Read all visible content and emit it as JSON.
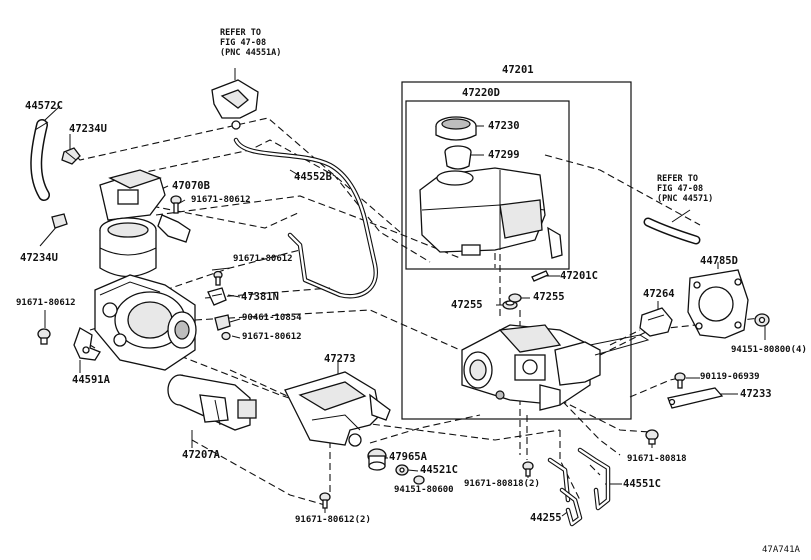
{
  "labels": {
    "p44572C": "44572C",
    "p47234U_a": "47234U",
    "p47234U_b": "47234U",
    "p47070B": "47070B",
    "p91671_80612_a": "91671-80612",
    "p91671_80612_b": "91671-80612",
    "p91671_80612_c": "91671-80612",
    "p91671_80612_d": "91671-80612",
    "p44552B": "44552B",
    "p47381N": "47381N",
    "p90461_10854": "90461-10854",
    "p44591A": "44591A",
    "p47273": "47273",
    "p47207A": "47207A",
    "p47965A": "47965A",
    "p44521C": "44521C",
    "p94151_80600": "94151-80600",
    "p91671_80612_2": "91671-80612(2)",
    "p47201": "47201",
    "p47220D": "47220D",
    "p47230": "47230",
    "p47299": "47299",
    "p47201C": "47201C",
    "p47255_a": "47255",
    "p47255_b": "47255",
    "p47264": "47264",
    "p44785D": "44785D",
    "p94151_80800_4": "94151-80800(4)",
    "p90119_06939": "90119-06939",
    "p47233": "47233",
    "p91671_80818": "91671-80818",
    "p91671_80818_2": "91671-80818(2)",
    "p44551C": "44551C",
    "p44255": "44255"
  },
  "refs": {
    "top": [
      "REFER TO",
      "FIG 47-08",
      "(PNC 44551A)"
    ],
    "right": [
      "REFER TO",
      "FIG 47-08",
      "(PNC 44571)"
    ]
  },
  "figure_id": "47A741A"
}
